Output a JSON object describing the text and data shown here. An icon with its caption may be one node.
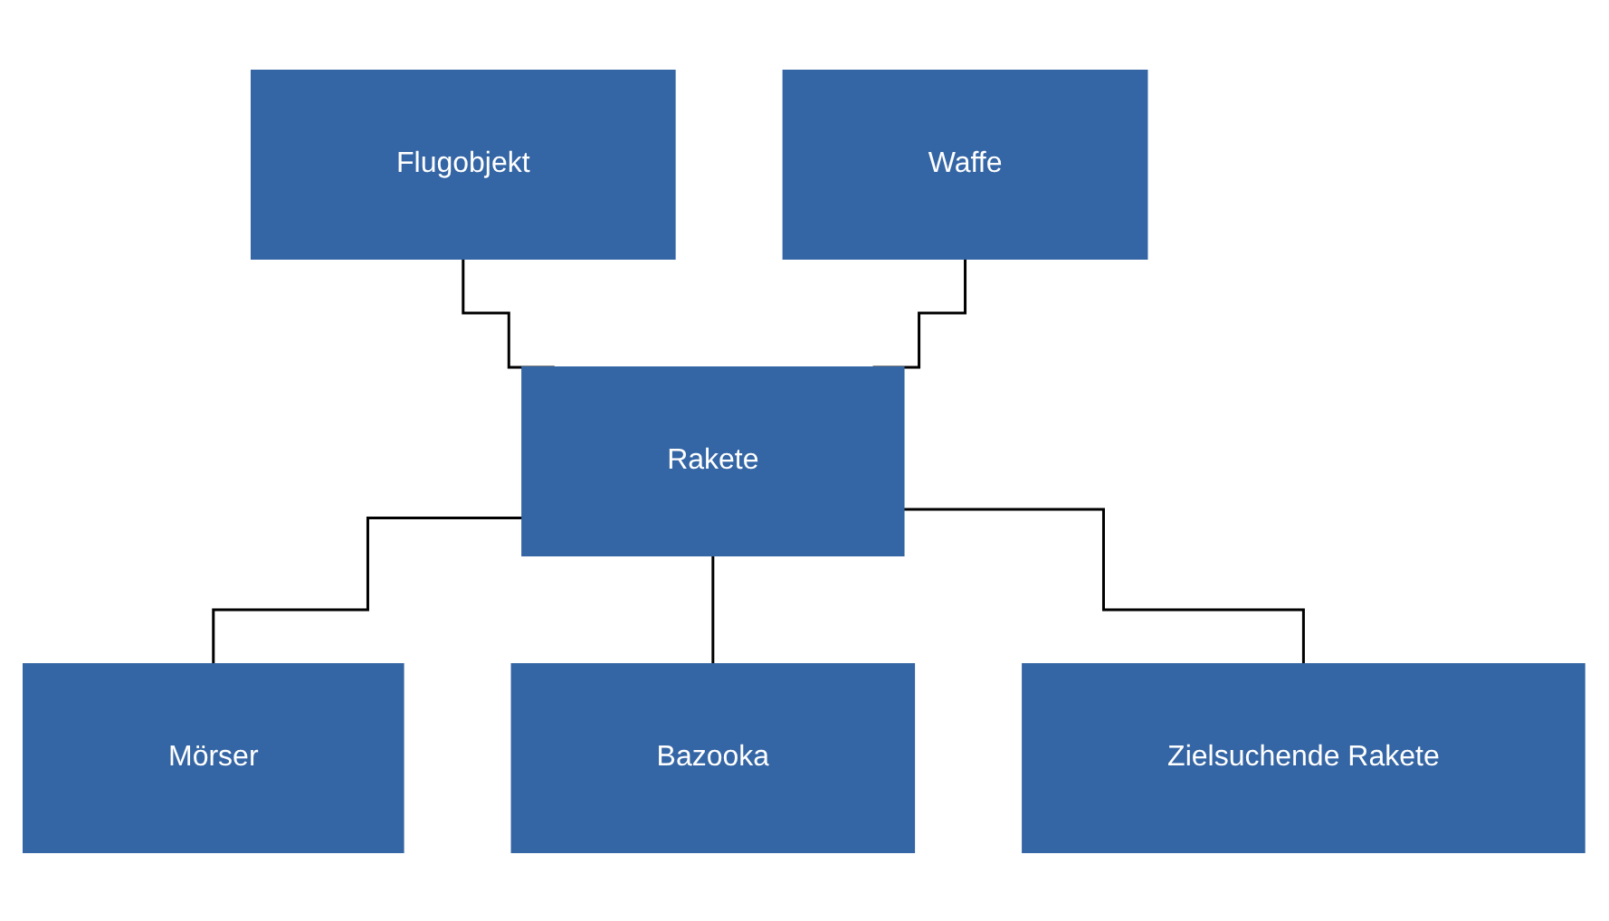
{
  "diagram": {
    "nodes": [
      {
        "text": [
          "Flugobjekt"
        ]
      },
      {
        "text": [
          "Waffe"
        ]
      },
      {
        "text": [
          "Rakete"
        ]
      },
      {
        "text": [
          "Mörser"
        ]
      },
      {
        "text": [
          "Bazooka"
        ]
      },
      {
        "text": [
          "Zielsuchende Rakete"
        ]
      }
    ],
    "edges": [
      {
        "from": 0,
        "to": 2,
        "arrow": "none"
      },
      {
        "from": 1,
        "to": 2,
        "arrow": "none"
      },
      {
        "from": 2,
        "to": 3,
        "arrow": "none"
      },
      {
        "from": 2,
        "to": 4,
        "arrow": "none"
      },
      {
        "from": 2,
        "to": 5,
        "arrow": "none"
      }
    ]
  }
}
